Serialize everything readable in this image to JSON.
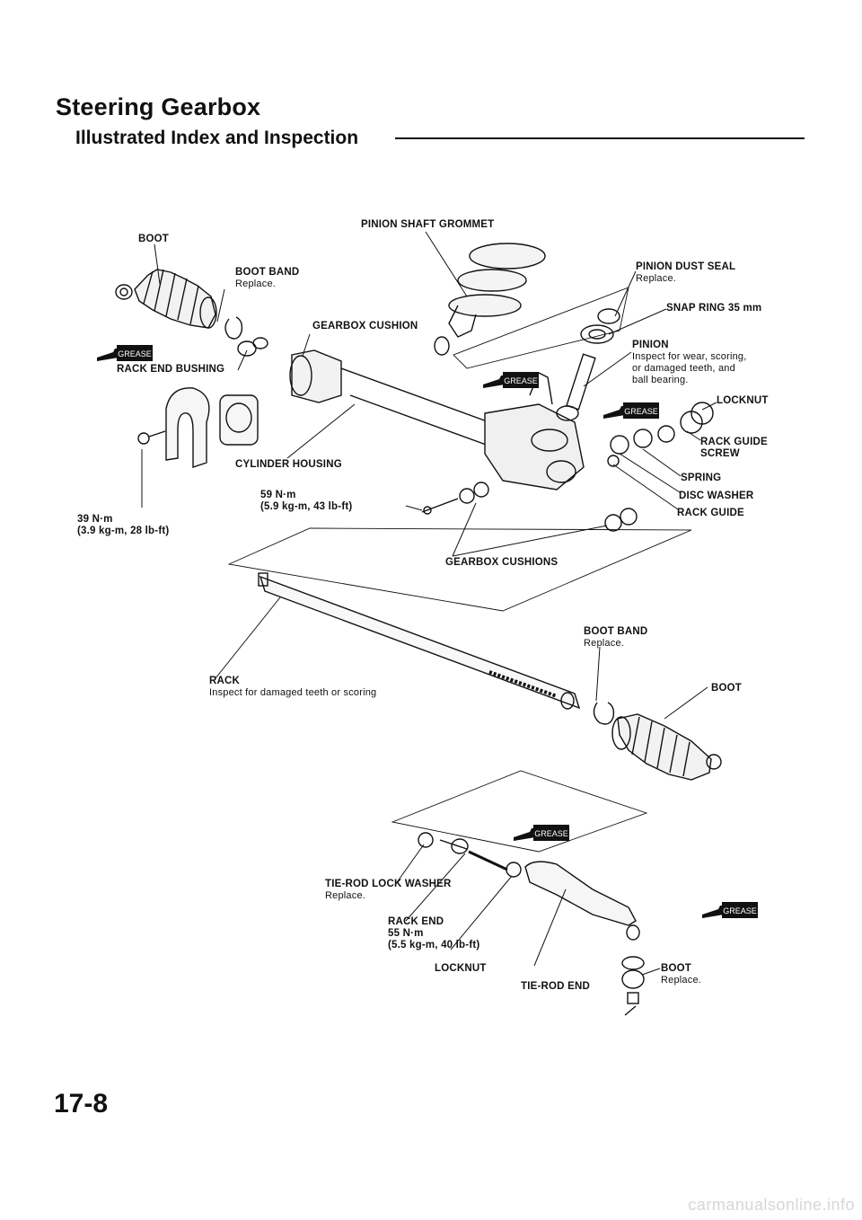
{
  "header": {
    "title": "Steering Gearbox",
    "subtitle": "Illustrated Index and Inspection"
  },
  "labels": {
    "pinion_shaft_grommet": "PINION SHAFT GROMMET",
    "boot_left": "BOOT",
    "boot_band_left": "BOOT BAND",
    "boot_band_left_note": "Replace.",
    "pinion_dust_seal": "PINION DUST SEAL",
    "pinion_dust_seal_note": "Replace.",
    "snap_ring": "SNAP RING 35 mm",
    "gearbox_cushion": "GEARBOX CUSHION",
    "rack_end_bushing": "RACK END BUSHING",
    "pinion": "PINION",
    "pinion_note_1": "Inspect for wear, scoring,",
    "pinion_note_2": "or damaged teeth, and",
    "pinion_note_3": "ball bearing.",
    "locknut_top": "LOCKNUT",
    "rack_guide_screw_1": "RACK GUIDE",
    "rack_guide_screw_2": "SCREW",
    "cylinder_housing": "CYLINDER HOUSING",
    "spring": "SPRING",
    "torque_59_1": "59 N·m",
    "torque_59_2": "(5.9 kg-m, 43 lb-ft)",
    "disc_washer": "DISC WASHER",
    "torque_39_1": "39 N·m",
    "torque_39_2": "(3.9 kg-m, 28 lb-ft)",
    "rack_guide": "RACK GUIDE",
    "gearbox_cushions": "GEARBOX CUSHIONS",
    "boot_band_right": "BOOT BAND",
    "boot_band_right_note": "Replace.",
    "rack": "RACK",
    "rack_note": "Inspect for damaged teeth or scoring",
    "boot_right": "BOOT",
    "tie_rod_lock_washer": "TIE-ROD LOCK WASHER",
    "tie_rod_lock_washer_note": "Replace.",
    "rack_end": "RACK END",
    "torque_55_1": "55 N·m",
    "torque_55_2": "(5.5 kg-m, 40 lb-ft)",
    "locknut_bottom": "LOCKNUT",
    "tie_rod_end": "TIE-ROD END",
    "boot_bottom": "BOOT",
    "boot_bottom_note": "Replace.",
    "grease": "GREASE"
  },
  "page_number": "17-8",
  "footer": "carmanualsonline.info"
}
